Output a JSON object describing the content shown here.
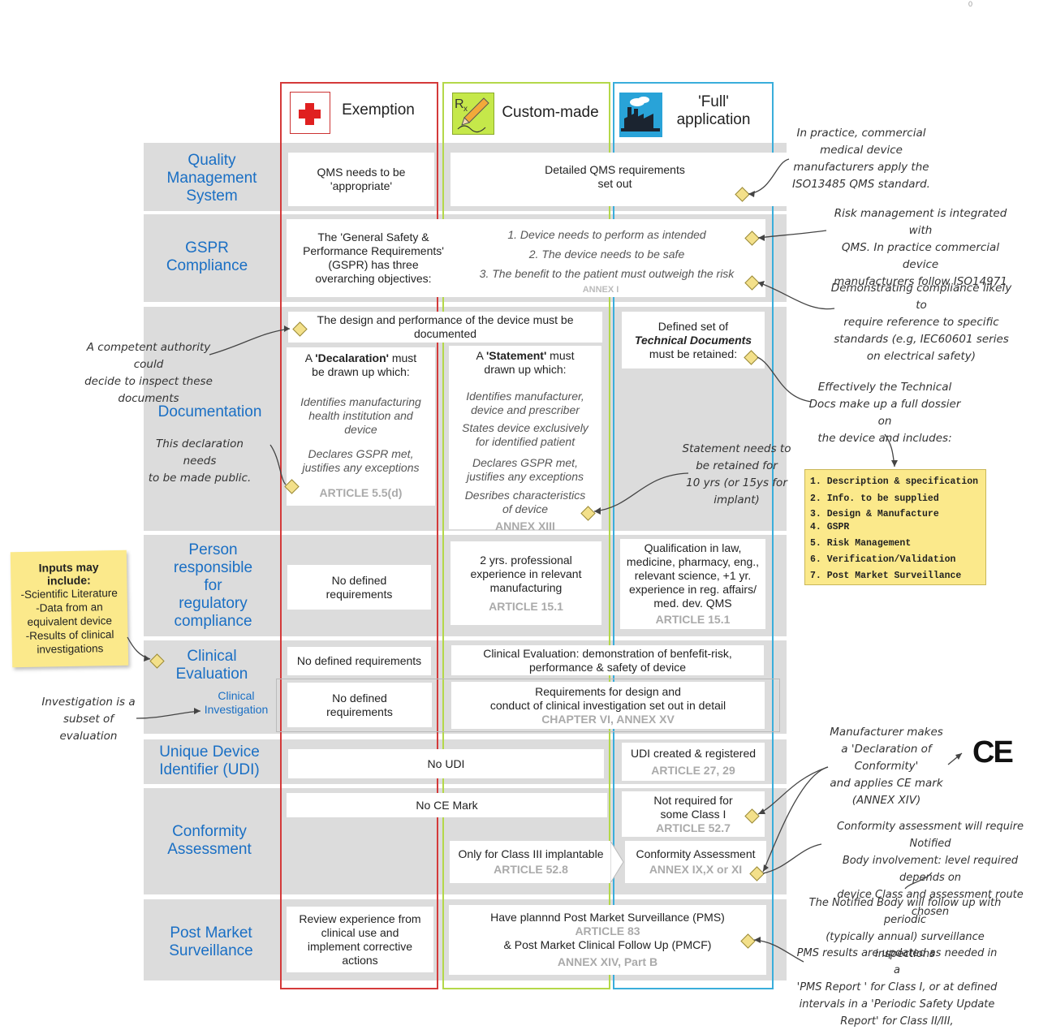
{
  "corner_mark": "0",
  "columns": {
    "exemption": "Exemption",
    "custom": "Custom-made",
    "full": "'Full'\napplication",
    "rx_symbol": "Rx"
  },
  "rows": {
    "qms": {
      "label": "Quality\nManagement\nSystem",
      "exemption": "QMS needs to be\n'appropriate'",
      "shared": "Detailed QMS requirements\nset out"
    },
    "gspr": {
      "label": "GSPR\nCompliance",
      "exemption": "The 'General Safety &\nPerformance Requirements'\n(GSPR) has three\noverarching objectives:",
      "objectives": [
        "1.  Device needs to perform as intended",
        "2. The device needs to be safe",
        "3. The benefit to the patient must outweigh the risk"
      ],
      "ref": "ANNEX I"
    },
    "documentation": {
      "label": "Documentation",
      "shared_top": "The design and performance of the device must be\ndocumented",
      "exemption_pre": "A ",
      "exemption_bold": "'Decalaration'",
      "exemption_post": " must\nbe drawn up which:",
      "exemption_items": [
        "Identifies manufacturing\nhealth institution and\ndevice",
        "Declares GSPR met,\njustifies any exceptions"
      ],
      "exemption_ref": "ARTICLE 5.5(d)",
      "custom_pre": "A ",
      "custom_bold": "'Statement'",
      "custom_post": " must\ndrawn up which:",
      "custom_items": [
        "Identifies manufacturer,\ndevice and prescriber",
        "States  device exclusively\nfor identified patient",
        "Declares GSPR met,\njustifies any exceptions",
        "Desribes  characteristics\nof device"
      ],
      "custom_ref": "ANNEX XIII",
      "full_pre": "Defined set of",
      "full_bold": "Technical Documents",
      "full_post": "must be retained:"
    },
    "person": {
      "label": "Person\nresponsible\nfor\nregulatory\ncompliance",
      "exemption": "No defined\nrequirements",
      "custom": "2 yrs. professional\nexperience in relevant\nmanufacturing",
      "custom_ref": "ARTICLE 15.1",
      "full": "Qualification in law,\nmedicine, pharmacy, eng.,\nrelevant science, +1 yr.\nexperience in reg. affairs/\nmed. dev. QMS",
      "full_ref": "ARTICLE 15.1"
    },
    "clinical": {
      "label": "Clinical\nEvaluation",
      "sublabel": "Clinical\nInvestigation",
      "exemption_eval": "No defined requirements",
      "shared_eval": "Clinical Evaluation: demonstration of benfefit-risk,\nperformance & safety of device",
      "exemption_inv": "No defined\nrequirements",
      "shared_inv": "Requirements for design and\nconduct of  clinical investigation set out in detail",
      "shared_inv_ref": "CHAPTER VI, ANNEX XV"
    },
    "udi": {
      "label": "Unique Device\nIdentifier (UDI)",
      "no": "No UDI",
      "full": "UDI created & registered",
      "full_ref": "ARTICLE 27, 29"
    },
    "conformity": {
      "label": "Conformity\nAssessment",
      "no_ce": "No CE Mark",
      "not_required": "Not required for\nsome Class I",
      "not_required_ref": "ARTICLE 52.7",
      "class3": "Only for Class III implantable",
      "class3_ref": "ARTICLE 52.8",
      "assessment": "Conformity Assessment",
      "assessment_ref": "ANNEX IX,X or XI"
    },
    "pms": {
      "label": "Post Market\nSurveillance",
      "exemption": "Review experience from\nclinical use and\nimplement corrective\nactions",
      "shared_1": "Have plannnd Post  Market Surveillance (PMS)",
      "shared_ref1": "ARTICLE 83",
      "shared_2": "& Post Market Clinical Follow Up (PMCF)",
      "shared_ref2": "ANNEX XIV, Part B"
    }
  },
  "notes": {
    "qms": "In practice, commercial\nmedical device\nmanufacturers apply  the\nISO13485 QMS standard.",
    "risk": "Risk management is integrated with\nQMS. In practice commercial device\nmanufacturers follow ISO14971",
    "standards": "Demonstrating compliance likely  to\nrequire reference to specific\nstandards (e.g,  IEC60601 series\non electrical safety)",
    "authority": "A competent authority could\ndecide to inspect  these\ndocuments",
    "declaration_public": "This declaration needs\nto be made public.",
    "tech_docs": "Effectively the Technical\nDocs make up a full dossier on\nthe device and includes:",
    "statement": "Statement needs to\nbe retained for\n10 yrs (or 15ys for\nimplant)",
    "investigation": "Investigation is a\nsubset of\nevaluation",
    "declaration_conformity": "Manufacturer makes\na 'Declaration of\nConformity'\nand applies CE mark\n(ANNEX XIV)",
    "notified_body": "Conformity assessment will require Notified\nBody involvement: level required depends on\ndevice Class and assessment route chosen",
    "surveillance": "The Notified Body will follow up with periodic\n(typically annual) surveillance inspections",
    "pms_report": "PMS results are updated as needed in a\n'PMS Report '  for Class I, or at defined\nintervals in  a 'Periodic Safety Update\nReport' for Class II/III,"
  },
  "inputs_sticky": {
    "title": "Inputs may\ninclude:",
    "body": "-Scientific Literature\n-Data from an\nequivalent device\n-Results of  clinical\ninvestigations"
  },
  "tech_docs_list": [
    "1. Description & specification",
    "2. Info. to be supplied",
    "3. Design & Manufacture",
    "4. GSPR",
    "5. Risk Management",
    "6. Verification/Validation",
    "7. Post Market Surveillance"
  ],
  "ce_mark": "CE",
  "colors": {
    "exemption": "#d43a3a",
    "custom": "#b4d84a",
    "full": "#3aaedb",
    "label_blue": "#1a6fc4",
    "band": "#dcdcdc",
    "sticky": "#fbe98b"
  }
}
